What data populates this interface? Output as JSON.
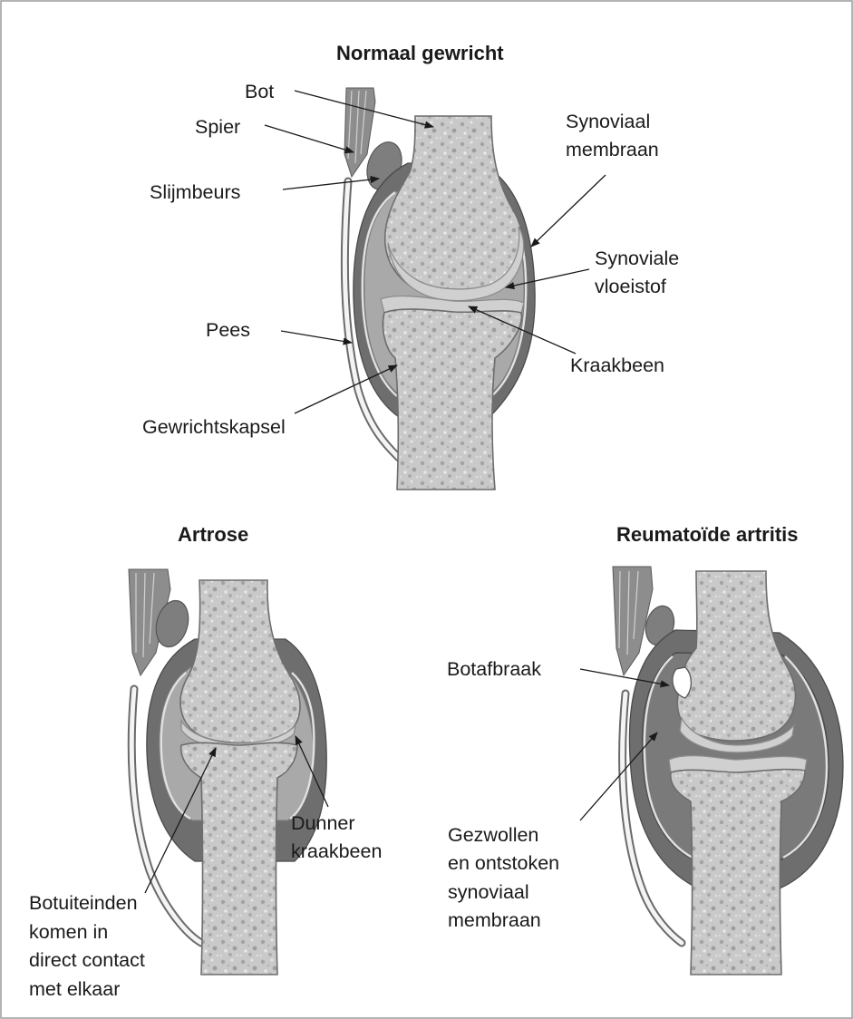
{
  "titles": {
    "normal": "Normaal gewricht",
    "artrose": "Artrose",
    "ra": "Reumatoïde artritis"
  },
  "labels": {
    "bot": "Bot",
    "spier": "Spier",
    "slijmbeurs": "Slijmbeurs",
    "pees": "Pees",
    "gewrichtskapsel": "Gewrichtskapsel",
    "synoviaal_membraan": [
      "Synoviaal",
      "membraan"
    ],
    "synoviale_vloeistof": [
      "Synoviale",
      "vloeistof"
    ],
    "kraakbeen": "Kraakbeen",
    "botuiteinden": [
      "Botuiteinden",
      "komen in",
      "direct contact",
      "met elkaar"
    ],
    "dunner_kraakbeen": [
      "Dunner",
      "kraakbeen"
    ],
    "botafbraak": "Botafbraak",
    "gezwollen": [
      "Gezwollen",
      "en ontstoken",
      "synoviaal",
      "membraan"
    ]
  },
  "colors": {
    "frame": "#9a9a9a",
    "bone": "#c8c8c8",
    "cartilage": "#d0d0d0",
    "fluid": "#a9a9a9",
    "capsule": "#6e6e6e",
    "muscle": "#8d8d8d"
  }
}
